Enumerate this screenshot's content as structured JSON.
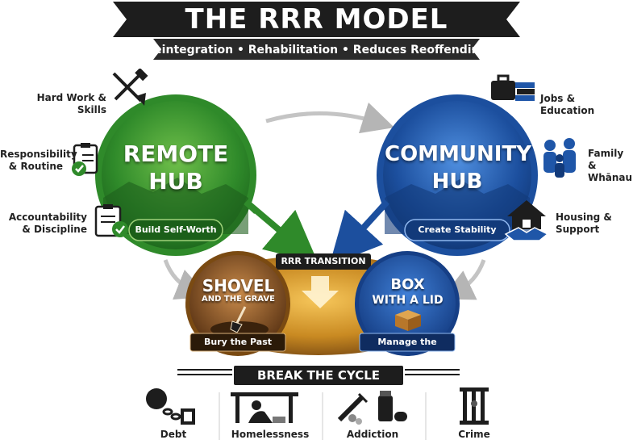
{
  "header": {
    "title": "THE RRR MODEL",
    "subtitle": "Reintegration • Rehabilitation • Reduces Reoffending"
  },
  "remote_hub": {
    "title_line1": "REMOTE",
    "title_line2": "HUB",
    "pill": "Build Self-Worth",
    "color": "#3a8f2e",
    "items": [
      {
        "line1": "Hard Work &",
        "line2": "Skills",
        "icon": "shovel-hammer-icon"
      },
      {
        "line1": "Responsibility",
        "line2": "& Routine",
        "icon": "clipboard-check-icon"
      },
      {
        "line1": "Accountability",
        "line2": "& Discipline",
        "icon": "clipboard-check-icon"
      }
    ]
  },
  "community_hub": {
    "title_line1": "COMMUNITY",
    "title_line2": "HUB",
    "pill": "Create Stability",
    "color": "#1f56a8",
    "items": [
      {
        "line1": "Jobs & Education",
        "line2": "",
        "icon": "briefcase-books-icon"
      },
      {
        "line1": "Family &",
        "line2": "Whānau",
        "icon": "family-icon"
      },
      {
        "line1": "Housing &",
        "line2": "Support",
        "icon": "house-handshake-icon"
      }
    ]
  },
  "transition": {
    "label": "RRR TRANSITION",
    "shovel": {
      "line1": "SHOVEL",
      "line2": "AND THE GRAVE",
      "pill": "Bury the Past"
    },
    "box": {
      "line1": "BOX",
      "line2": "WITH A LID",
      "pill": "Manage the Present"
    }
  },
  "cycle": {
    "title": "BREAK THE CYCLE",
    "items": [
      {
        "label": "Debt",
        "icon": "ball-and-chain-icon"
      },
      {
        "label": "Homelessness",
        "icon": "homeless-person-icon"
      },
      {
        "label": "Addiction",
        "icon": "syringe-pills-icon"
      },
      {
        "label": "Crime",
        "icon": "prison-bars-icon"
      }
    ]
  }
}
